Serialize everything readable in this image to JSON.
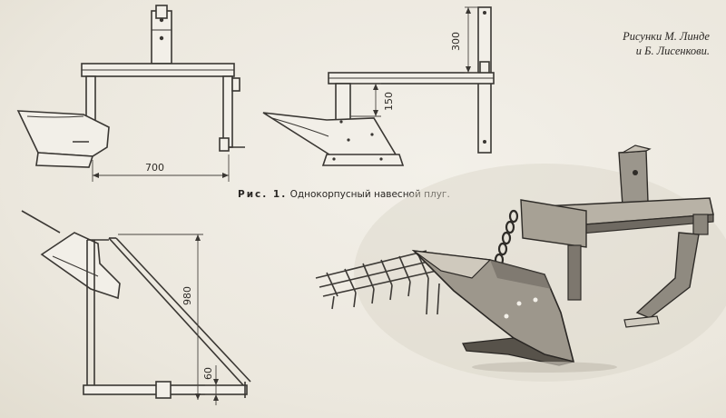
{
  "credit": {
    "line1": "Рисунки М. Линде",
    "line2": "и Б. Лисенкови."
  },
  "caption": {
    "lead": "Рис. 1.",
    "text": "Однокорпусный навесной плуг."
  },
  "dimensions": {
    "width_700": "700",
    "height_300": "300",
    "height_150": "150",
    "length_980": "980",
    "height_60": "60"
  }
}
